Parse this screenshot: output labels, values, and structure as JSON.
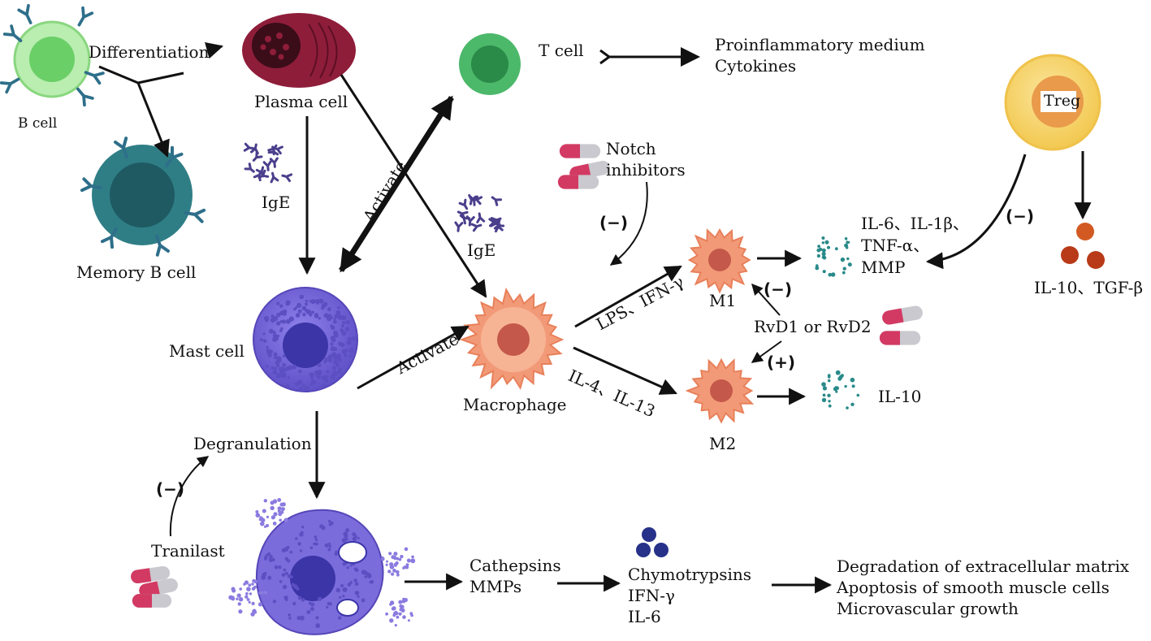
{
  "colors": {
    "bcell_fill": "#a8e8a0",
    "bcell_core": "#6bcf68",
    "receptor": "#2e6f8a",
    "memory_fill": "#2f7e86",
    "memory_core": "#1f5a63",
    "plasma_fill": "#8e1d3a",
    "plasma_core": "#3a0d19",
    "tcell_fill": "#4cb86a",
    "tcell_core": "#2a8a48",
    "mast_fill": "#7b6cdc",
    "mast_core": "#3b35a8",
    "macro_fill": "#f29a78",
    "macro_core": "#c4584a",
    "treg_outer": "#f6d36b",
    "treg_inner": "#e99a4a",
    "cytokine_dot": "#2a8a8a",
    "ige_mark": "#4a3f8c",
    "il10_ball": "#c0451c",
    "chymo_ball": "#27318a",
    "pill_red": "#d23a63",
    "pill_grey": "#c9c9cf",
    "granule": "#8a7be0"
  },
  "labels": {
    "b_cell": "B cell",
    "differentiation": "Differentiation",
    "memory_b_cell": "Memory B cell",
    "plasma_cell": "Plasma cell",
    "ige_left": "IgE",
    "ige_right": "IgE",
    "activate_up": "Activate",
    "t_cell": "T cell",
    "proinflam_line1": "Proinflammatory medium",
    "proinflam_line2": "Cytokines",
    "notch_line1": "Notch",
    "notch_line2": "inhibitors",
    "treg": "Treg",
    "mast_cell": "Mast cell",
    "activate_right": "Activate",
    "macrophage": "Macrophage",
    "lps": "LPS、IFN-γ",
    "il4": "IL-4、IL-13",
    "m1": "M1",
    "m2": "M2",
    "rvd": "RvD1 or RvD2",
    "cyto_line1": "IL-6、IL-1β、",
    "cyto_line2": "TNF-α、",
    "cyto_line3": "MMP",
    "il10_m2": "IL-10",
    "il10_tgf": "IL-10、TGF-β",
    "degranulation": "Degranulation",
    "tranilast": "Tranilast",
    "cathepsins": "Cathepsins",
    "mmps": "MMPs",
    "chymo1": "Chymotrypsins",
    "chymo2": "IFN-γ",
    "chymo3": "IL-6",
    "outcome1": "Degradation of extracellular matrix",
    "outcome2": "Apoptosis of smooth muscle cells",
    "outcome3": "Microvascular growth"
  },
  "signs": {
    "notch_minus": "(−)",
    "treg_minus": "(−)",
    "m1_minus": "(−)",
    "m2_plus": "(+)",
    "tranilast_minus": "(−)"
  }
}
